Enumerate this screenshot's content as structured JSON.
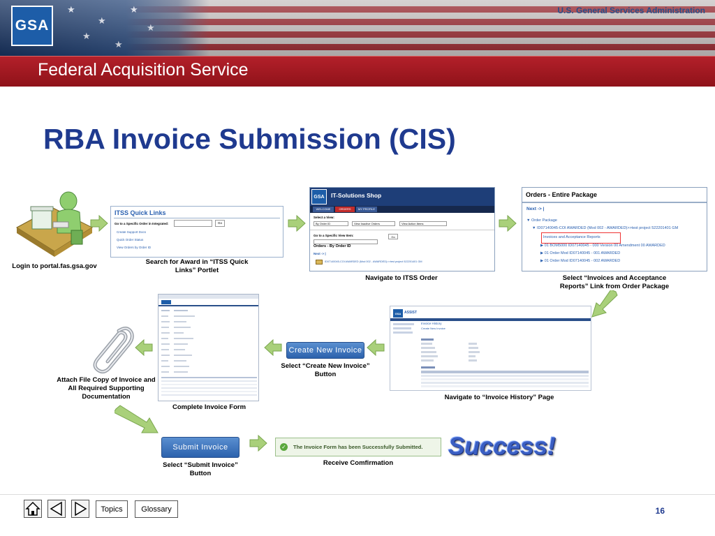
{
  "header": {
    "logo": "GSA",
    "agency": "U.S. General Services Administration",
    "band_title": "Federal Acquisition Service"
  },
  "title": "RBA Invoice Submission (CIS)",
  "steps": {
    "login": "Login to portal.fas.gsa.gov",
    "search": "Search for Award in “ITSS Quick Links” Portlet",
    "navigate_itss": "Navigate to ITSS Order",
    "select_reports": "Select “Invoices and Acceptance Reports” Link from Order Package",
    "invoice_history": "Navigate to “Invoice History” Page",
    "create_new": "Select “Create New Invoice” Button",
    "complete_form": "Complete Invoice Form",
    "attach": "Attach File Copy of Invoice and All Required Supporting Documentation",
    "submit": "Select “Submit Invoice” Button",
    "receive": "Receive Comfirmation"
  },
  "quicklinks": {
    "title": "ITSS Quick Links",
    "label": "Go to a Specific Order in Integrated:",
    "go": "Go",
    "link1": "Create Support Docs",
    "link2": "Quick Order Status",
    "link3": "View Orders by Order ID"
  },
  "itss": {
    "logo": "GSA",
    "shop": "IT-Solutions Shop",
    "tab1": "WELCOME",
    "tab2": "ORDERS",
    "tab3": "MY PROFILE",
    "select_view": "Select a View:",
    "by_order": "By Order ID",
    "inactive": "View Inactive Orders",
    "action": "View Action Items",
    "specific": "Go to a Specific View Item:",
    "go": "Go",
    "orders_by": "Orders - By Order ID",
    "next": "Next -> |",
    "row": "ID07140045-COI AWARDED (Mod 002 - AWARDED)>>test project 522201401 GM"
  },
  "package": {
    "title": "Orders - Entire Package",
    "next": "Next -> |",
    "order_package": "Order Package",
    "row1": "ID07140045-COI AWARDED (Mod 002 - AWARDED)>>test project 522201401 GM",
    "link": "Invoices and Acceptance Reports",
    "row2": "01 BOM5000 ID07140045 - 000 Version 00 Amendment 00 AWARDED",
    "row3": "01 Order Mod ID07140045 - 001 AWARDED",
    "row4": "01 Order Mod ID07140045 - 002 AWARDED"
  },
  "history": {
    "logo": "GSA",
    "asist": "ASSIST",
    "heading": "Invoice History",
    "create": "Create New Invoice"
  },
  "buttons": {
    "create": "Create New Invoice",
    "submit": "Submit Invoice"
  },
  "confirmation": "The Invoice Form has been Successfully Submitted.",
  "success": "Success!",
  "nav": {
    "topics": "Topics",
    "glossary": "Glossary",
    "page": "16"
  },
  "colors": {
    "title": "#1f3a8f",
    "band": "#a31a22",
    "arrow": "#a9d07a",
    "button": "#3d74bd"
  }
}
